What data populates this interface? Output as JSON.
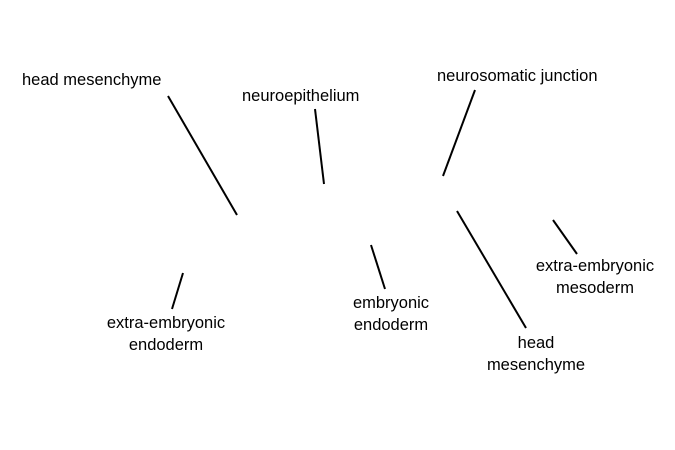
{
  "labels": {
    "head_mesenchyme_top": "head mesenchyme",
    "neuroepithelium": "neuroepithelium",
    "neurosomatic_junction": "neurosomatic junction",
    "extra_embryonic_endoderm": [
      "extra-embryonic",
      "endoderm"
    ],
    "embryonic_endoderm": [
      "embryonic",
      "endoderm"
    ],
    "head_mesenchyme_bottom": [
      "head",
      "mesenchyme"
    ],
    "extra_embryonic_mesoderm": [
      "extra-embryonic",
      "mesoderm"
    ]
  },
  "colors": {
    "text": "#000000",
    "lines": "#000000",
    "background": "#ffffff"
  }
}
